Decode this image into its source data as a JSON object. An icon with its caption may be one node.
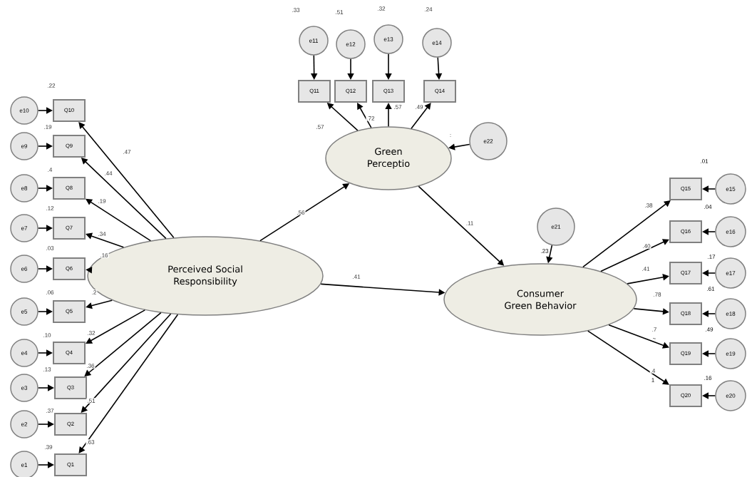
{
  "diagram": {
    "nodes": [
      {
        "text": [
          "e11"
        ],
        "beside": [
          ".33"
        ]
      },
      {
        "text": [
          "e12"
        ],
        "beside": [
          ".51"
        ]
      },
      {
        "text": [
          "e13"
        ],
        "beside": [
          ".32"
        ]
      },
      {
        "text": [
          "e14"
        ],
        "beside": [
          ".24"
        ]
      },
      {
        "text": [
          "Q11"
        ]
      },
      {
        "text": [
          "Q12"
        ]
      },
      {
        "text": [
          "Q13"
        ]
      },
      {
        "text": [
          "Q14"
        ]
      },
      {
        "text": [
          "Green Perceptio"
        ],
        "beside": [
          ":"
        ]
      },
      {
        "text": [
          "e22"
        ]
      },
      {
        "text": [
          "e10"
        ]
      },
      {
        "text": [
          "Q10"
        ],
        "beside": [
          ".22"
        ]
      },
      {
        "text": [
          "e9"
        ]
      },
      {
        "text": [
          "Q9"
        ],
        "beside": [
          ".19"
        ]
      },
      {
        "text": [
          "e8"
        ]
      },
      {
        "text": [
          "Q8"
        ],
        "beside": [
          ".4"
        ]
      },
      {
        "text": [
          "e7"
        ]
      },
      {
        "text": [
          "Q7"
        ],
        "beside": [
          ".12"
        ]
      },
      {
        "text": [
          "e6"
        ]
      },
      {
        "text": [
          "Q6"
        ],
        "beside": [
          ".03"
        ]
      },
      {
        "text": [
          "e5"
        ]
      },
      {
        "text": [
          "Q5"
        ],
        "beside": [
          ".06"
        ]
      },
      {
        "text": [
          "e4"
        ]
      },
      {
        "text": [
          "Q4"
        ],
        "beside": [
          ".10"
        ]
      },
      {
        "text": [
          "e3"
        ]
      },
      {
        "text": [
          "Q3"
        ],
        "beside": [
          ".13"
        ]
      },
      {
        "text": [
          "e2"
        ]
      },
      {
        "text": [
          "Q2"
        ],
        "beside": [
          ".37"
        ]
      },
      {
        "text": [
          "e1"
        ]
      },
      {
        "text": [
          "Q1"
        ],
        "beside": [
          ".39"
        ]
      },
      {
        "text": [
          "Q15"
        ]
      },
      {
        "text": [
          "e15"
        ]
      },
      {
        "text": [
          "Q16"
        ]
      },
      {
        "text": [
          "e16"
        ]
      },
      {
        "text": [
          "Q17"
        ]
      },
      {
        "text": [
          "e17"
        ]
      },
      {
        "text": [
          "Q18"
        ]
      },
      {
        "text": [
          "e18"
        ]
      },
      {
        "text": [
          "Q19"
        ]
      },
      {
        "text": [
          "e19"
        ]
      },
      {
        "text": [
          "Q20"
        ]
      },
      {
        "text": [
          "e20"
        ]
      },
      {
        "text": [
          "e21"
        ]
      },
      {
        "text": [
          "Perceived Social Responsibility"
        ]
      },
      {
        "text": [
          "Consumer Green Behavior"
        ]
      }
    ],
    "edges": [
      {
        "from": 0,
        "to": 4,
        "arrow": "to"
      },
      {
        "from": 1,
        "to": 5,
        "arrow": "to"
      },
      {
        "from": 2,
        "to": 6,
        "arrow": "to"
      },
      {
        "from": 3,
        "to": 7,
        "arrow": "to"
      },
      {
        "from": 8,
        "to": 4,
        "arrow": "to",
        "label": ".57"
      },
      {
        "from": 8,
        "to": 5,
        "arrow": "to",
        "label": ".72"
      },
      {
        "from": 8,
        "to": 6,
        "arrow": "to",
        "label": ".57"
      },
      {
        "from": 8,
        "to": 7,
        "arrow": "to",
        "label": ".49"
      },
      {
        "from": 9,
        "to": 8,
        "arrow": "to"
      },
      {
        "from": 10,
        "to": 11,
        "arrow": "to"
      },
      {
        "from": 12,
        "to": 13,
        "arrow": "to"
      },
      {
        "from": 14,
        "to": 15,
        "arrow": "to"
      },
      {
        "from": 16,
        "to": 17,
        "arrow": "to"
      },
      {
        "from": 18,
        "to": 19,
        "arrow": "to"
      },
      {
        "from": 20,
        "to": 21,
        "arrow": "to"
      },
      {
        "from": 22,
        "to": 23,
        "arrow": "to"
      },
      {
        "from": 24,
        "to": 25,
        "arrow": "to"
      },
      {
        "from": 26,
        "to": 27,
        "arrow": "to"
      },
      {
        "from": 28,
        "to": 29,
        "arrow": "to"
      },
      {
        "from": 43,
        "to": 11,
        "arrow": "to",
        "label": ".47"
      },
      {
        "from": 43,
        "to": 13,
        "arrow": "to",
        "label": ".44"
      },
      {
        "from": 43,
        "to": 15,
        "arrow": "to",
        "label": ".19"
      },
      {
        "from": 43,
        "to": 17,
        "arrow": "to",
        "label": ".34"
      },
      {
        "from": 43,
        "to": 19,
        "arrow": "to",
        "label": ".16"
      },
      {
        "from": 43,
        "to": 21,
        "arrow": "to",
        "label": ".2"
      },
      {
        "from": 43,
        "to": 23,
        "arrow": "to",
        "label": ".32"
      },
      {
        "from": 43,
        "to": 25,
        "arrow": "to",
        "label": ".36"
      },
      {
        "from": 43,
        "to": 27,
        "arrow": "to",
        "label": ".51"
      },
      {
        "from": 43,
        "to": 29,
        "arrow": "to",
        "label": ".63"
      },
      {
        "from": 43,
        "to": 8,
        "arrow": "to",
        "label": ".56"
      },
      {
        "from": 8,
        "to": 44,
        "arrow": "to",
        "label": ".11"
      },
      {
        "from": 43,
        "to": 44,
        "arrow": "to",
        "label": ".41"
      },
      {
        "from": 42,
        "to": 44,
        "arrow": "to"
      },
      {
        "from": 44,
        "to": 30,
        "arrow": "to",
        "label": ".38"
      },
      {
        "from": 44,
        "to": 32,
        "arrow": "to",
        "label": ".40"
      },
      {
        "from": 44,
        "to": 34,
        "arrow": "to",
        "label": ".41"
      },
      {
        "from": 44,
        "to": 36,
        "arrow": "to",
        "label": ".78"
      },
      {
        "from": 44,
        "to": 38,
        "arrow": "to",
        "label": ".7"
      },
      {
        "from": 44,
        "to": 40,
        "arrow": "to",
        "label": ".4"
      },
      {
        "from": 31,
        "to": 30,
        "arrow": "to"
      },
      {
        "from": 33,
        "to": 32,
        "arrow": "to"
      },
      {
        "from": 35,
        "to": 34,
        "arrow": "to"
      },
      {
        "from": 37,
        "to": 36,
        "arrow": "to"
      },
      {
        "from": 39,
        "to": 38,
        "arrow": "to"
      },
      {
        "from": 41,
        "to": 40,
        "arrow": "to"
      }
    ],
    "labels": [
      ".23",
      ".01",
      ".04",
      ".17",
      ".61",
      ".49",
      "~",
      "1",
      ".16"
    ]
  }
}
